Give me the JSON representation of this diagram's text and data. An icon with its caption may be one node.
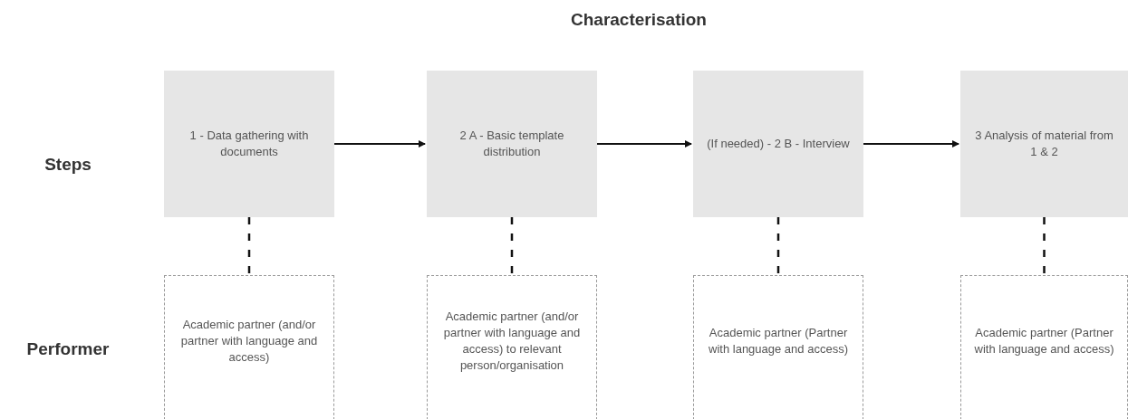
{
  "diagram": {
    "title": "Characterisation",
    "nodes": [
      {
        "text": [
          "1 - Data gathering with documents"
        ]
      },
      {
        "text": [
          "2 A - Basic template distribution"
        ]
      },
      {
        "text": [
          "(If needed) - 2 B - Interview"
        ]
      },
      {
        "text": [
          "3 Analysis of material from 1 & 2"
        ]
      },
      {
        "text": [
          "Academic partner (and/or partner with language and access)"
        ]
      },
      {
        "text": [
          "Academic partner (and/or partner with language and access) to relevant person/organisation"
        ]
      },
      {
        "text": [
          "Academic partner (Partner with language and access)"
        ]
      },
      {
        "text": [
          "Academic partner (Partner with language and access)"
        ]
      }
    ],
    "edges": [
      {
        "from": 0,
        "to": 1,
        "arrow": "to"
      },
      {
        "from": 1,
        "to": 2,
        "arrow": "to"
      },
      {
        "from": 2,
        "to": 3,
        "arrow": "to"
      },
      {
        "from": 0,
        "to": 4,
        "arrow": "none",
        "style": "dashed"
      },
      {
        "from": 1,
        "to": 5,
        "arrow": "none",
        "style": "dashed"
      },
      {
        "from": 2,
        "to": 6,
        "arrow": "none",
        "style": "dashed"
      },
      {
        "from": 3,
        "to": 7,
        "arrow": "none",
        "style": "dashed"
      }
    ],
    "labels": [
      "Steps",
      "Performer"
    ]
  }
}
